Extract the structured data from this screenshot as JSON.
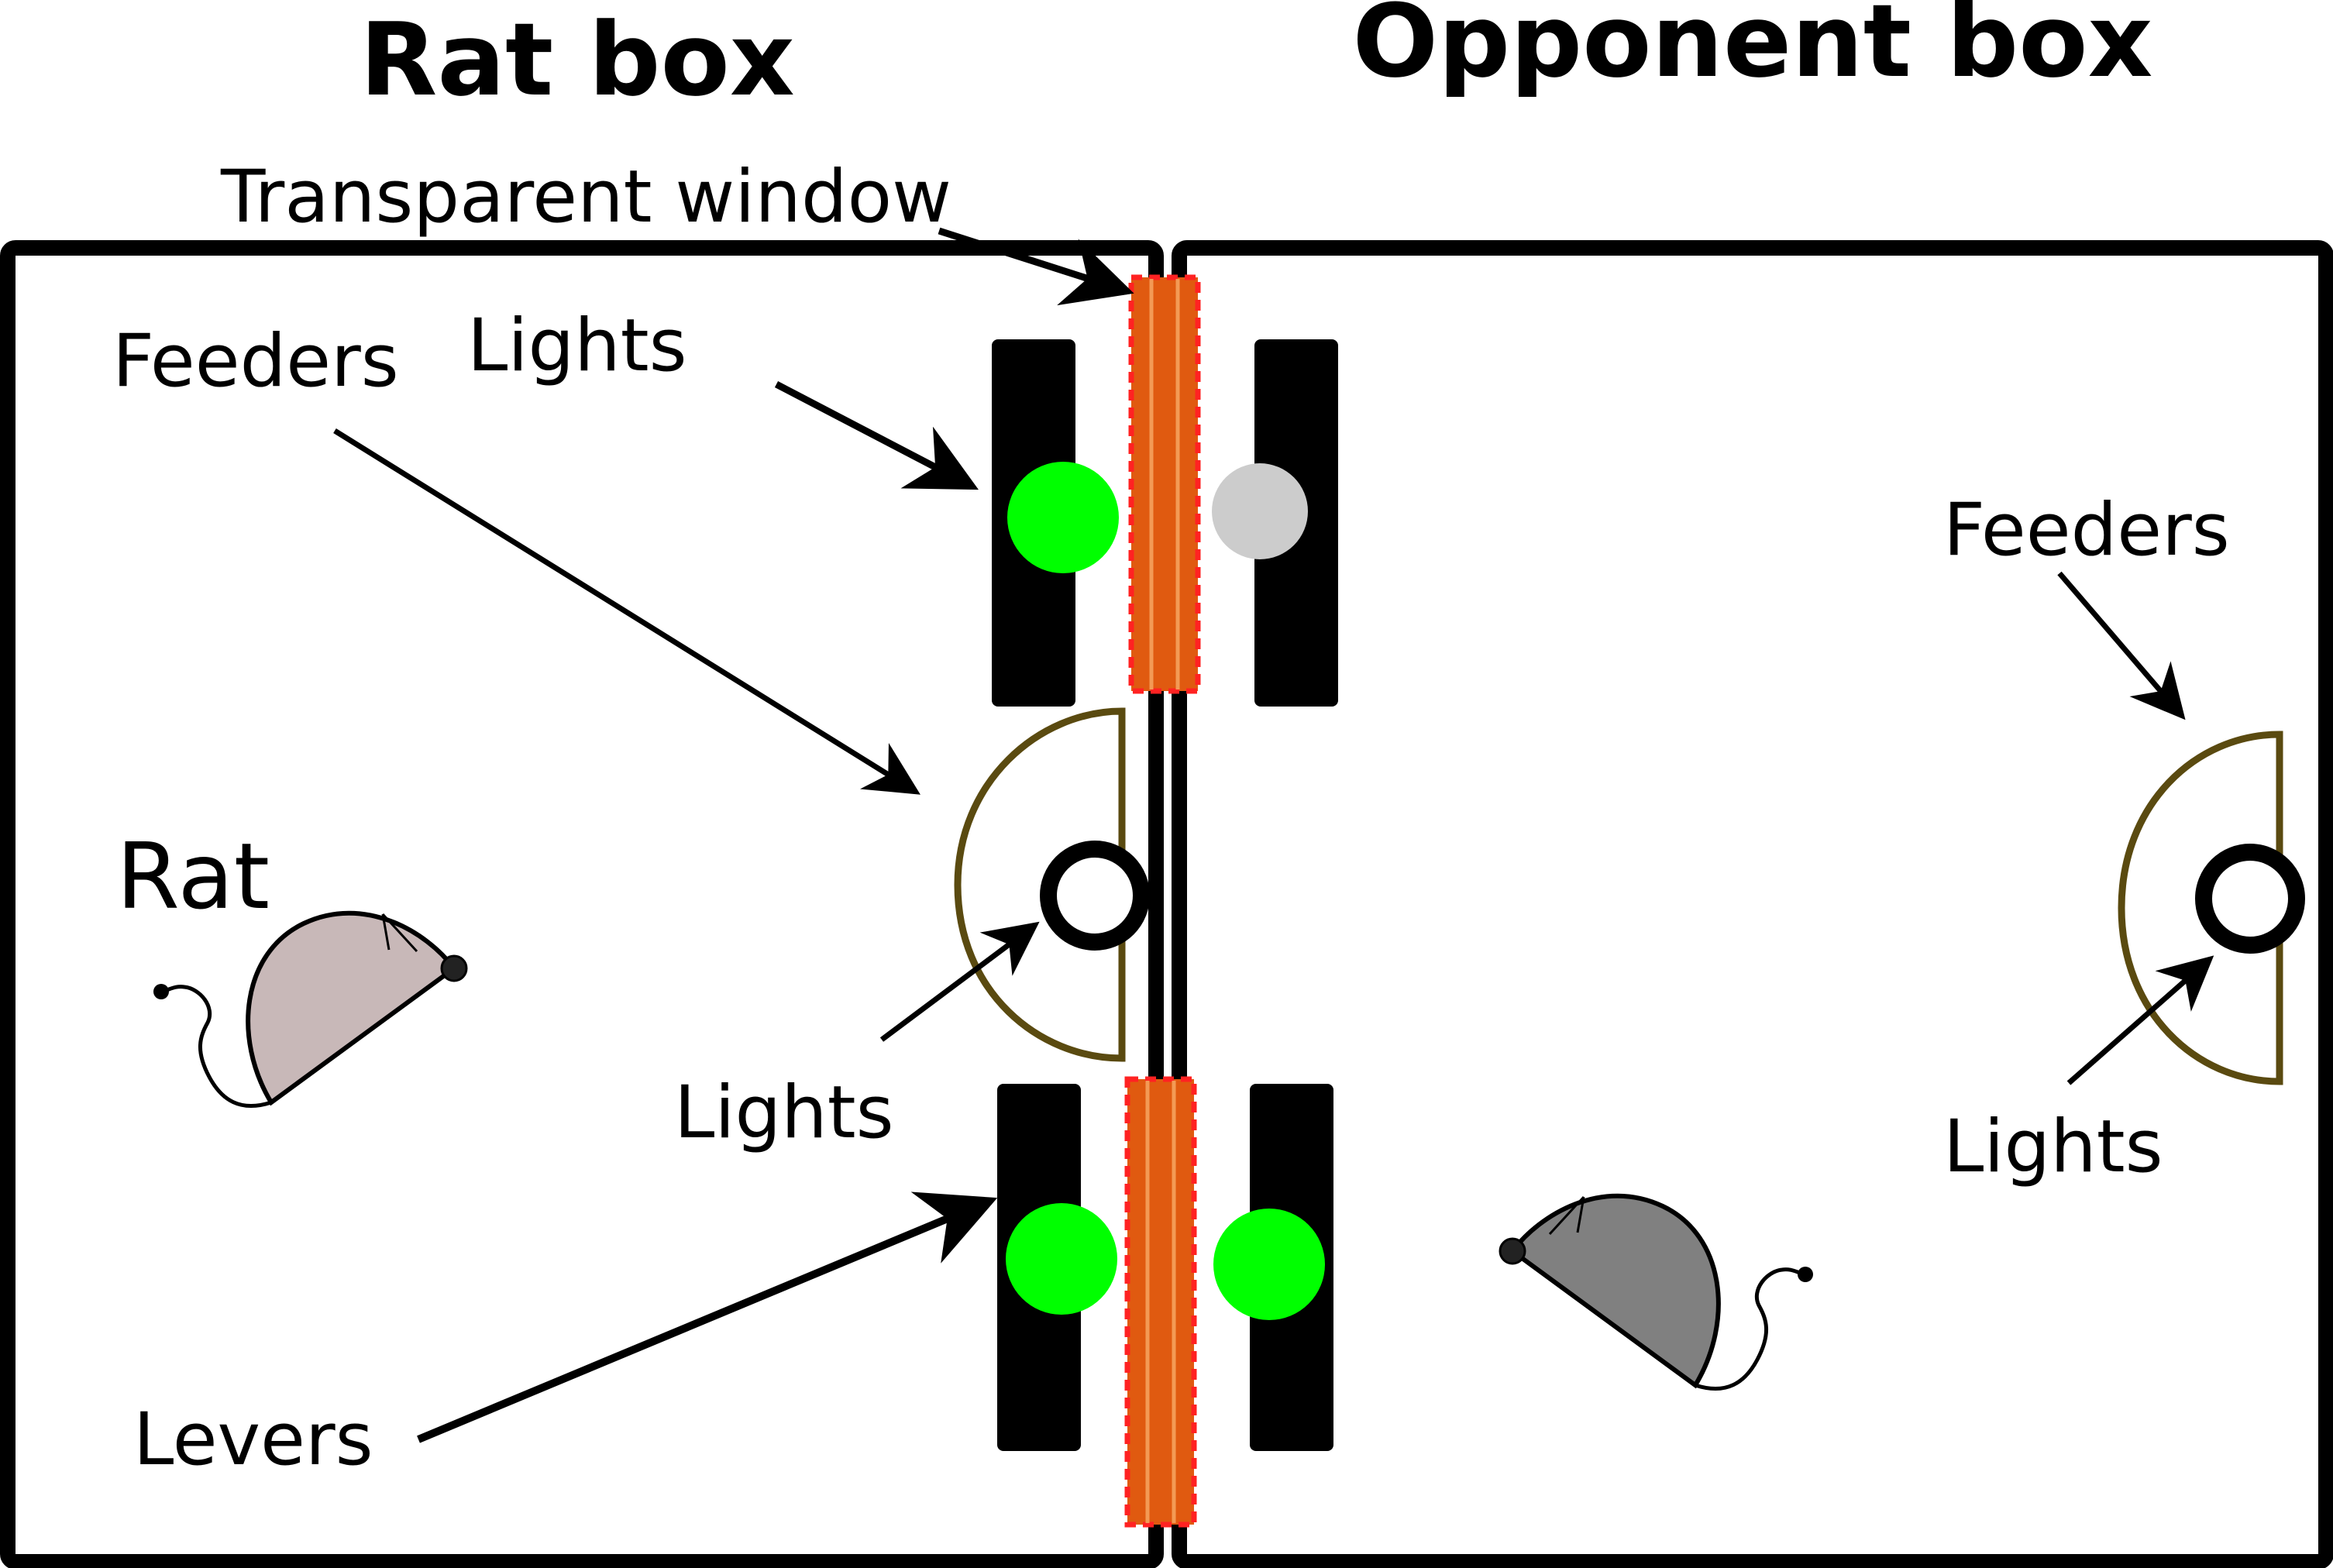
{
  "titles": {
    "rat_box": "Rat box",
    "opponent_box": "Opponent box"
  },
  "labels": {
    "transparent_window": "Transparent window",
    "feeders_left": "Feeders",
    "lights_top": "Lights",
    "rat": "Rat",
    "lights_feeder_left": "Lights",
    "levers": "Levers",
    "feeders_right": "Feeders",
    "lights_feeder_right": "Lights"
  },
  "colors": {
    "light_on": "#00ff00",
    "light_off": "#cccccc",
    "window_fill": "#e05a10",
    "window_outline": "#ff2222",
    "feeder_outline": "#5a4a10",
    "rat_body": "#c8b8b8",
    "opponent_rat_body": "#808080",
    "box_outline": "#000000"
  },
  "lights": {
    "rat_upper_lever": "on",
    "opponent_upper_lever": "off",
    "rat_lower_lever": "on",
    "opponent_lower_lever": "on"
  }
}
